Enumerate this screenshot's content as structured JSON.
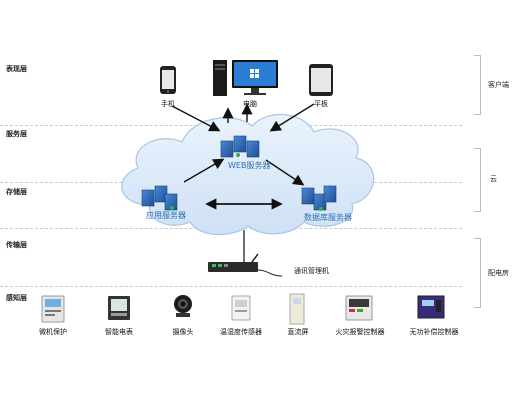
{
  "layers": {
    "presentation": "表现层",
    "service": "服务层",
    "storage": "存储层",
    "transport": "传输层",
    "perception": "感知层"
  },
  "side": {
    "client": "客户端",
    "cloud": "云",
    "power_room": "配电房"
  },
  "clients": {
    "phone": "手机",
    "computer": "电脑",
    "tablet": "平板"
  },
  "servers": {
    "web": "WEB服务器",
    "app": "应用服务器",
    "db": "数据库服务器"
  },
  "gateway": "通讯管理机",
  "devices": [
    "微机保护",
    "智能电表",
    "摄像头",
    "温湿度传感器",
    "直流屏",
    "火灾报警控制器",
    "无功补偿控制器"
  ],
  "colors": {
    "cloud_fill": "#dceaf8",
    "cloud_stroke": "#a9c6e6",
    "server_blue": "#2f6fc0",
    "label_blue": "#2c6fb8"
  }
}
